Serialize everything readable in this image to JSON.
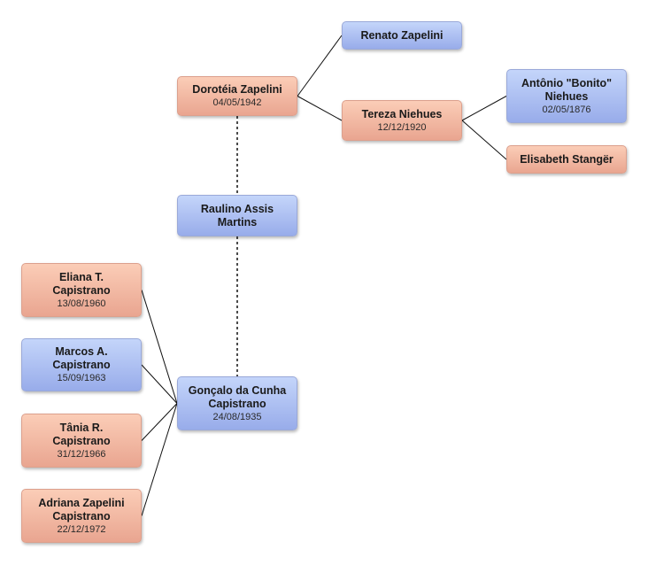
{
  "people": {
    "renato": {
      "name": "Renato Zapelini",
      "sex": "m"
    },
    "doroteia": {
      "name": "Dorotéia Zapelini",
      "date": "04/05/1942",
      "sex": "f"
    },
    "tereza": {
      "name": "Tereza Niehues",
      "date": "12/12/1920",
      "sex": "f"
    },
    "antonio": {
      "name": "Antônio \"Bonito\"\nNiehues",
      "date": "02/05/1876",
      "sex": "m"
    },
    "elisabeth": {
      "name": "Elisabeth Stangër",
      "sex": "f"
    },
    "raulino": {
      "name": "Raulino Assis\nMartins",
      "sex": "m"
    },
    "goncalo": {
      "name": "Gonçalo da Cunha\nCapistrano",
      "date": "24/08/1935",
      "sex": "m"
    },
    "eliana": {
      "name": "Eliana T.\nCapistrano",
      "date": "13/08/1960",
      "sex": "f"
    },
    "marcos": {
      "name": "Marcos A.\nCapistrano",
      "date": "15/09/1963",
      "sex": "m"
    },
    "tania": {
      "name": "Tânia R.\nCapistrano",
      "date": "31/12/1966",
      "sex": "f"
    },
    "adriana": {
      "name": "Adriana Zapelini\nCapistrano",
      "date": "22/12/1972",
      "sex": "f"
    }
  },
  "relations": {
    "parent_child": [
      [
        "doroteia",
        "renato"
      ],
      [
        "doroteia",
        "tereza"
      ],
      [
        "tereza",
        "antonio"
      ],
      [
        "tereza",
        "elisabeth"
      ],
      [
        "goncalo",
        "eliana"
      ],
      [
        "goncalo",
        "marcos"
      ],
      [
        "goncalo",
        "tania"
      ],
      [
        "goncalo",
        "adriana"
      ]
    ],
    "partner_dotted": [
      [
        "doroteia",
        "raulino"
      ],
      [
        "raulino",
        "goncalo"
      ]
    ]
  },
  "colors": {
    "female": "#f0b4a0",
    "male": "#a9bdf1",
    "line": "#111111"
  }
}
